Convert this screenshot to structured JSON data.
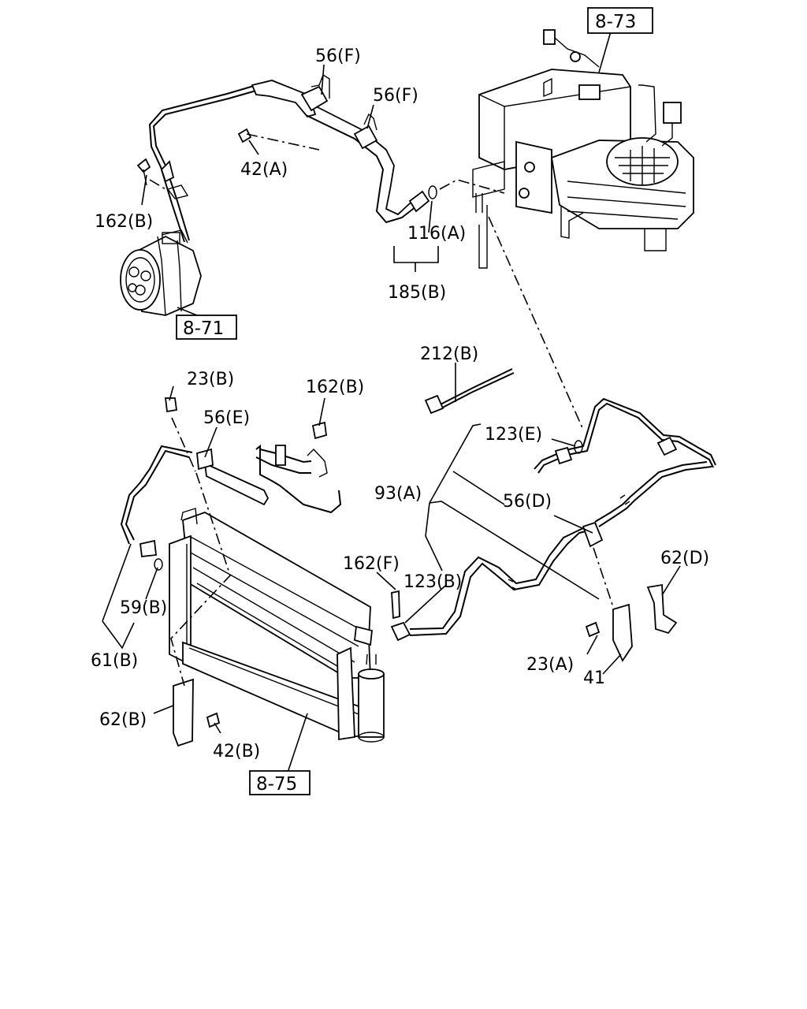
{
  "references": {
    "r873": "8-73",
    "r871": "8-71",
    "r875": "8-75"
  },
  "labels": {
    "l56f_top": "56(F)",
    "l56f_mid": "56(F)",
    "l42a": "42(A)",
    "l162b_top": "162(B)",
    "l116a": "116(A)",
    "l185b": "185(B)",
    "l212b": "212(B)",
    "l23b": "23(B)",
    "l162b_mid": "162(B)",
    "l56e": "56(E)",
    "l123e": "123(E)",
    "l93a": "93(A)",
    "l56d": "56(D)",
    "l62d": "62(D)",
    "l162f": "162(F)",
    "l123b": "123(B)",
    "l59b": "59(B)",
    "l61b": "61(B)",
    "l23a": "23(A)",
    "l41": "41",
    "l62b": "62(B)",
    "l42b": "42(B)"
  }
}
